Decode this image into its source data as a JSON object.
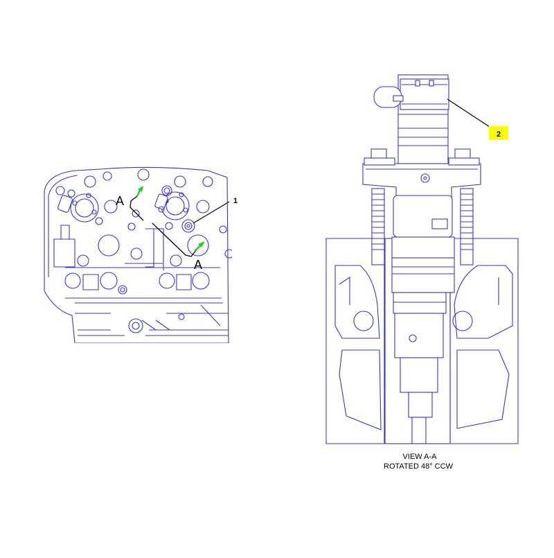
{
  "section_marker": {
    "letter_top": "A",
    "letter_bottom": "A"
  },
  "callouts": [
    {
      "number": "1",
      "highlighted": false
    },
    {
      "number": "2",
      "highlighted": true
    }
  ],
  "view_caption": {
    "line1": "VIEW A-A",
    "line2": "ROTATED 48° CCW"
  },
  "colors": {
    "line": "#3333dd",
    "highlight": "#ffff00",
    "arrow": "#22cc22",
    "leader": "#000000"
  }
}
